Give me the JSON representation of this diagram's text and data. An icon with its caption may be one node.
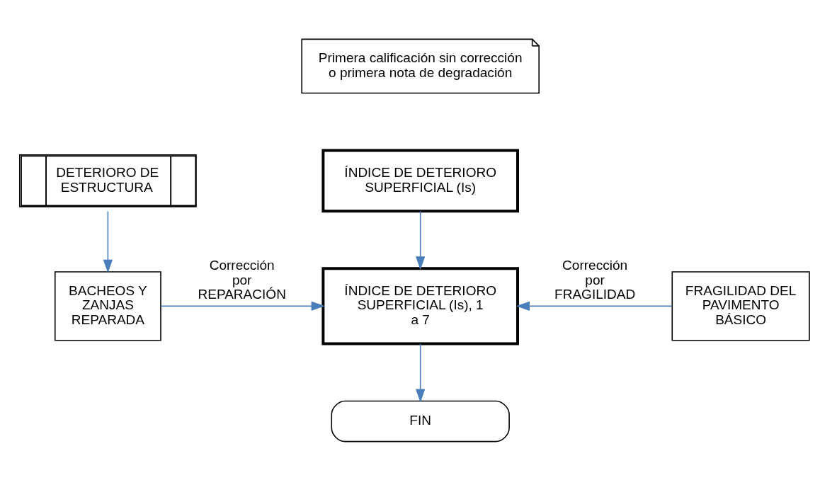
{
  "diagram": {
    "nodes": [
      {
        "text": [
          "Primera calificación sin corrección o primera nota de degradación"
        ]
      },
      {
        "text": [
          "DETERIORO DE ESTRUCTURA"
        ]
      },
      {
        "text": [
          "ÍNDICE DE DETERIORO SUPERFICIAL (Is)"
        ]
      },
      {
        "text": [
          "BACHEOS Y ZANJAS REPARADA"
        ]
      },
      {
        "text": [
          "ÍNDICE DE DETERIORO SUPERFICIAL (Is), 1 a 7"
        ]
      },
      {
        "text": [
          "FRAGILIDAD DEL PAVIMENTO BÁSICO"
        ]
      },
      {
        "text": [
          "FIN"
        ]
      }
    ],
    "edges": [
      {
        "from": 1,
        "to": 3,
        "arrow": "to"
      },
      {
        "from": 2,
        "to": 4,
        "arrow": "to"
      },
      {
        "from": 3,
        "to": 4,
        "arrow": "to",
        "label": "Corrección por REPARACIÓN"
      },
      {
        "from": 5,
        "to": 4,
        "arrow": "to",
        "label": "Corrección por FRAGILIDAD"
      },
      {
        "from": 4,
        "to": 6,
        "arrow": "to"
      }
    ]
  }
}
